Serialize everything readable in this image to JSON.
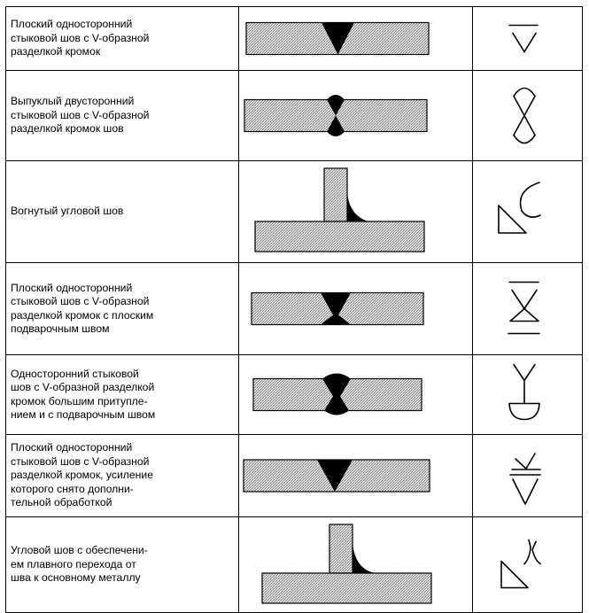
{
  "rows": [
    {
      "description": "Плоский односторонний\nстыковой шов с V-образной\nразделкой кромок",
      "joint": "butt",
      "weld": "v_flat",
      "symbol": "v_flat"
    },
    {
      "description": "Выпуклый двусторонний\nстыковой шов с V-образной\nразделкой кромок шов",
      "joint": "butt",
      "weld": "x_convex",
      "symbol": "x_convex"
    },
    {
      "description": "Вогнутый угловой шов",
      "joint": "tee",
      "weld": "fillet_concave",
      "symbol": "fillet_concave"
    },
    {
      "description": "Плоский односторонний\nстыковой шов с V-образной\nразделкой кромок с плоским\nподварочным швом",
      "joint": "butt",
      "weld": "v_flat_backing",
      "symbol": "v_flat_backing"
    },
    {
      "description": "Односторонний стыковой\nшов с V-образной разделкой\nкромок большим притупле-\nнием и с подварочным швом",
      "joint": "butt",
      "weld": "y_backing",
      "symbol": "y_backing"
    },
    {
      "description": "Плоский односторонний\nстыковой шов с V-образной\nразделкой кромок, усиление\nкоторого снято дополни-\nтельной обработкой",
      "joint": "butt",
      "weld": "v_ground",
      "symbol": "v_ground"
    },
    {
      "description": "Угловой шов с обеспечени-\nем плавного перехода от\nшва к основному металлу",
      "joint": "tee",
      "weld": "fillet_smooth",
      "symbol": "fillet_smooth"
    }
  ]
}
